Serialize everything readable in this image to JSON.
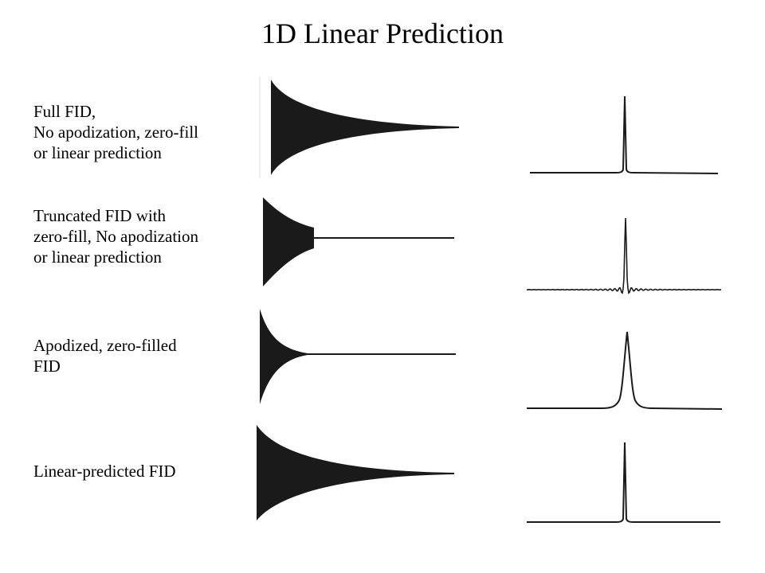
{
  "title": "1D Linear Prediction",
  "rows": [
    {
      "label_lines": [
        "Full FID,",
        "No apodization, zero-fill",
        "or linear prediction"
      ],
      "fid": {
        "shape": "full-decay",
        "truncated": false,
        "apodized": false
      },
      "spectrum": {
        "lineshape": "sharp",
        "sinc_wiggles": false
      }
    },
    {
      "label_lines": [
        "Truncated FID with",
        "zero-fill, No apodization",
        "or linear prediction"
      ],
      "fid": {
        "shape": "truncated",
        "truncated": true,
        "apodized": false
      },
      "spectrum": {
        "lineshape": "sharp",
        "sinc_wiggles": true
      }
    },
    {
      "label_lines": [
        "Apodized, zero-filled",
        "FID"
      ],
      "fid": {
        "shape": "apodized",
        "truncated": true,
        "apodized": true
      },
      "spectrum": {
        "lineshape": "broad",
        "sinc_wiggles": false
      }
    },
    {
      "label_lines": [
        "Linear-predicted FID"
      ],
      "fid": {
        "shape": "full-decay",
        "truncated": false,
        "apodized": false
      },
      "spectrum": {
        "lineshape": "sharp",
        "sinc_wiggles": false
      }
    }
  ],
  "colors": {
    "ink": "#1a1a1a",
    "background": "#ffffff"
  }
}
